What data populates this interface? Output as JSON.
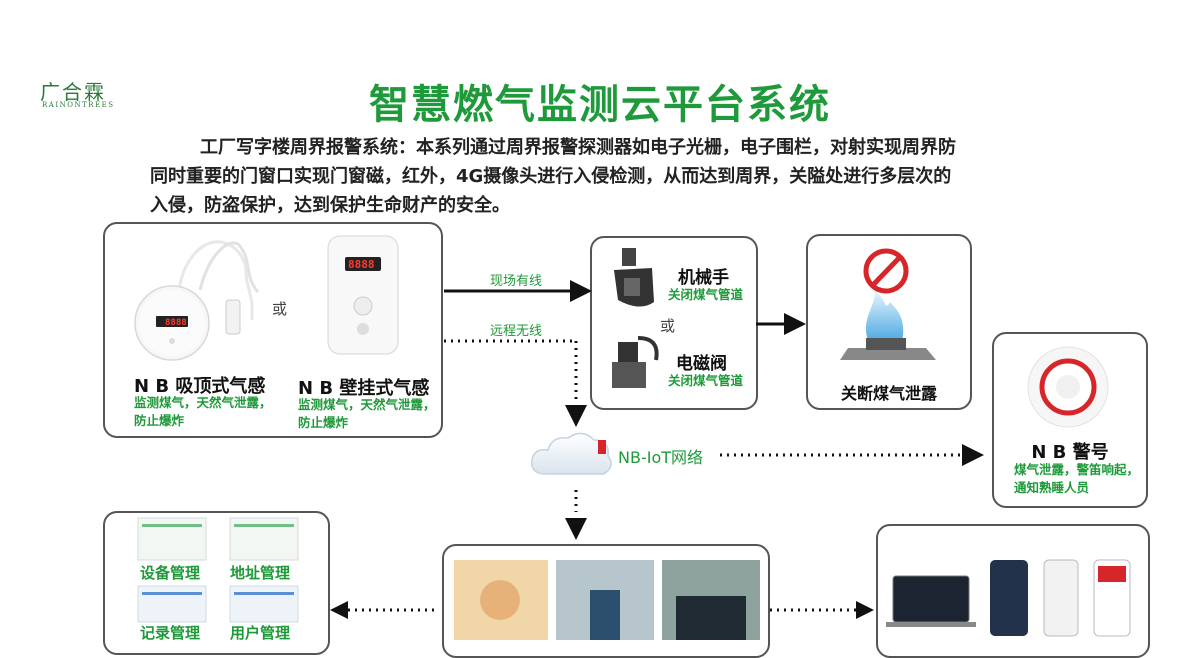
{
  "logo": {
    "cn": "广合霖",
    "en": "RAINONTREES"
  },
  "title": "智慧燃气监测云平台系统",
  "description": [
    "工厂写字楼周界报警系统：本系列通过周界报警探测器如电子光栅，电子围栏，对射实现周界防",
    "同时重要的门窗口实现门窗磁，红外，4G摄像头进行入侵检测，从而达到周界，关隘处进行多层次的",
    "入侵，防盗保护，达到保护生命财产的安全。"
  ],
  "detectors": {
    "or_label": "或",
    "ceiling": {
      "name": "N B 吸顶式气感",
      "display": "8888",
      "desc_1": "监测煤气，天然气泄露，",
      "desc_2": "防止爆炸"
    },
    "wall": {
      "name": "N B 壁挂式气感",
      "display": "8888",
      "desc_1": "监测煤气，天然气泄露，",
      "desc_2": "防止爆炸"
    }
  },
  "links": {
    "wired": "现场有线",
    "wireless": "远程无线",
    "network": "NB-IoT网络"
  },
  "valves": {
    "or_label": "或",
    "manipulator": {
      "name": "机械手",
      "desc": "关闭煤气管道"
    },
    "solenoid": {
      "name": "电磁阀",
      "desc": "关闭煤气管道"
    }
  },
  "shutoff": {
    "label": "关断煤气泄露"
  },
  "alarm": {
    "name": "N B 警号",
    "desc_1": "煤气泄露，警笛响起，",
    "desc_2": "通知熟睡人员"
  },
  "platform_modules": [
    "设备管理",
    "地址管理",
    "记录管理",
    "用户管理"
  ],
  "colors": {
    "accent": "#1f9a3a",
    "border": "#555555",
    "alarm_red": "#d6262a"
  }
}
